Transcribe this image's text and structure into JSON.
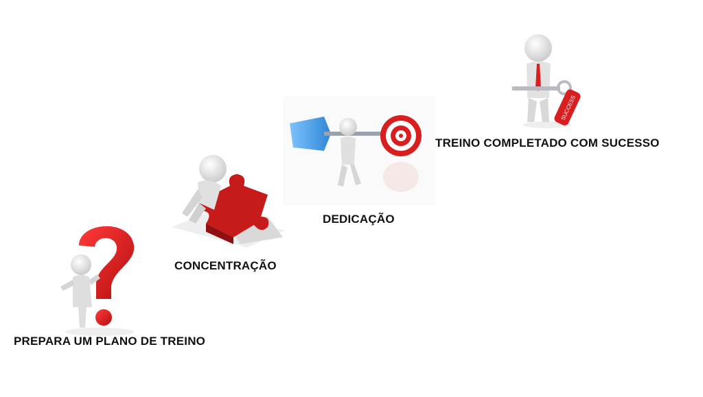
{
  "steps": [
    {
      "label": "PREPARA UM PLANO DE TREINO",
      "icon": "question-mark-figure-icon"
    },
    {
      "label": "CONCENTRAÇÃO",
      "icon": "puzzle-figure-icon"
    },
    {
      "label": "DEDICAÇÃO",
      "icon": "dart-target-figure-icon"
    },
    {
      "label": "TREINO COMPLETADO COM SUCESSO",
      "icon": "success-key-figure-icon"
    }
  ],
  "key_tag_text": "SUCCESS",
  "colors": {
    "red": "#d81e1e",
    "blue": "#4a9fe0",
    "figure": "#e6e6e6"
  }
}
